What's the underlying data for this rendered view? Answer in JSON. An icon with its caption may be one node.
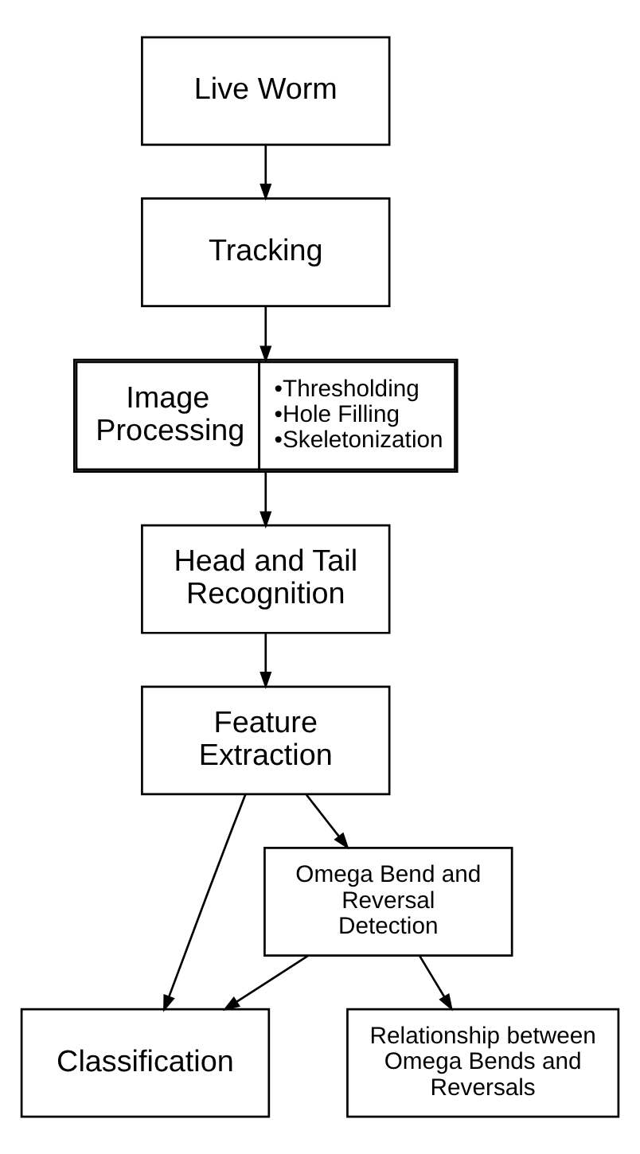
{
  "diagram": {
    "nodes": [
      {
        "text": [
          "Live Worm"
        ]
      },
      {
        "text": [
          "Tracking"
        ]
      },
      {
        "text": [
          "Image Processing",
          "•Thresholding •Hole Filling •Skeletonization"
        ]
      },
      {
        "text": [
          "Head and Tail Recognition"
        ]
      },
      {
        "text": [
          "Feature Extraction"
        ]
      },
      {
        "text": [
          "Omega Bend and Reversal Detection"
        ]
      },
      {
        "text": [
          "Classification"
        ]
      },
      {
        "text": [
          "Relationship between Omega Bends and Reversals"
        ]
      }
    ],
    "edges": [
      {
        "from": 0,
        "to": 1,
        "arrow": "to"
      },
      {
        "from": 1,
        "to": 2,
        "arrow": "to"
      },
      {
        "from": 2,
        "to": 3,
        "arrow": "to"
      },
      {
        "from": 3,
        "to": 4,
        "arrow": "to"
      },
      {
        "from": 4,
        "to": 5,
        "arrow": "to"
      },
      {
        "from": 4,
        "to": 6,
        "arrow": "to"
      },
      {
        "from": 5,
        "to": 6,
        "arrow": "to"
      },
      {
        "from": 5,
        "to": 7,
        "arrow": "to"
      }
    ]
  }
}
